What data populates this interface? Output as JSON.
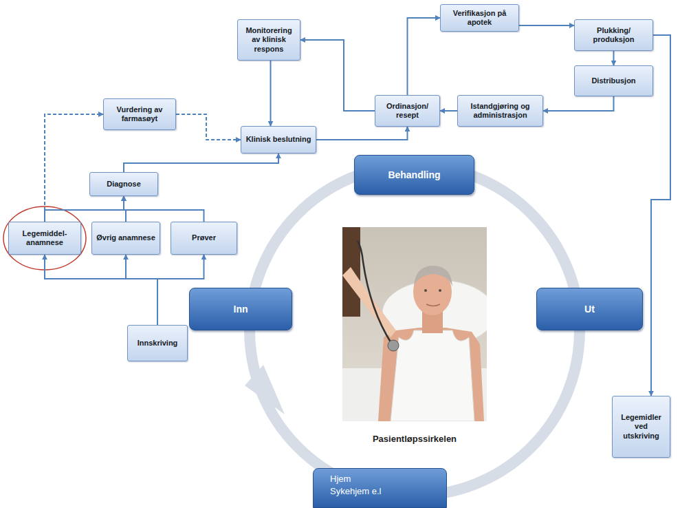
{
  "diagram": {
    "nodes": [
      {
        "text": [
          "Monitorering av klinisk respons"
        ]
      },
      {
        "text": [
          "Verifikasjon på apotek"
        ]
      },
      {
        "text": [
          "Plukking/ produksjon"
        ]
      },
      {
        "text": [
          "Distribusjon"
        ]
      },
      {
        "text": [
          "Vurdering av farmasøyt"
        ]
      },
      {
        "text": [
          "Klinisk beslutning"
        ]
      },
      {
        "text": [
          "Ordinasjon/ resept"
        ]
      },
      {
        "text": [
          "Istandgjøring og administrasjon"
        ]
      },
      {
        "text": [
          "Behandling"
        ]
      },
      {
        "text": [
          "Diagnose"
        ]
      },
      {
        "text": [
          "Legemiddel- anamnese"
        ]
      },
      {
        "text": [
          "Øvrig anamnese"
        ]
      },
      {
        "text": [
          "Prøver"
        ]
      },
      {
        "text": [
          "Inn"
        ]
      },
      {
        "text": [
          "Ut"
        ]
      },
      {
        "text": [
          "Innskriving"
        ]
      },
      {
        "text": [
          "Legemidler ved utskriving"
        ]
      },
      {
        "text": [
          "Hjem",
          "Sykehjem e.l"
        ]
      }
    ],
    "edges": [
      {
        "from": 15,
        "to": 10,
        "arrow": "to"
      },
      {
        "from": 15,
        "to": 11,
        "arrow": "to"
      },
      {
        "from": 15,
        "to": 12,
        "arrow": "to"
      },
      {
        "from": 10,
        "to": 9,
        "arrow": "to"
      },
      {
        "from": 11,
        "to": 9,
        "arrow": "to"
      },
      {
        "from": 12,
        "to": 9,
        "arrow": "to"
      },
      {
        "from": 9,
        "to": 5,
        "arrow": "to"
      },
      {
        "from": 10,
        "to": 4,
        "arrow": "to"
      },
      {
        "from": 4,
        "to": 5,
        "arrow": "to"
      },
      {
        "from": 0,
        "to": 5,
        "arrow": "to"
      },
      {
        "from": 5,
        "to": 6,
        "arrow": "to"
      },
      {
        "from": 6,
        "to": 0,
        "arrow": "to"
      },
      {
        "from": 6,
        "to": 1,
        "arrow": "to"
      },
      {
        "from": 1,
        "to": 2,
        "arrow": "to"
      },
      {
        "from": 2,
        "to": 3,
        "arrow": "to"
      },
      {
        "from": 3,
        "to": 7,
        "arrow": "to"
      },
      {
        "from": 7,
        "to": 6,
        "arrow": "to"
      },
      {
        "from": 2,
        "to": 16,
        "arrow": "to"
      }
    ],
    "labels": [
      "Pasientløpssirkelen"
    ]
  }
}
